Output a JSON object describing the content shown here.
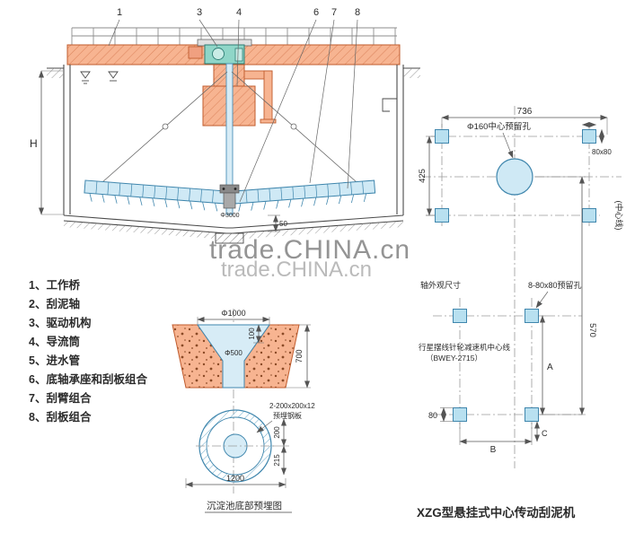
{
  "title": "XZG型悬挂式中心传动刮泥机",
  "watermark": {
    "text": "trade.CHINA.cn"
  },
  "main": {
    "callouts": [
      "1",
      "3",
      "4",
      "6",
      "7",
      "8"
    ],
    "dims": {
      "h": "H",
      "d50": "50",
      "phi3000": "Φ3000"
    }
  },
  "legend": {
    "items": [
      "1、工作桥",
      "2、刮泥轴",
      "3、驱动机构",
      "4、导流筒",
      "5、进水管",
      "6、底轴承座和刮板组合",
      "7、刮臂组合",
      "8、刮板组合"
    ]
  },
  "detail": {
    "phi1000": "Φ1000",
    "phi500": "Φ500",
    "d100": "100",
    "d700": "700",
    "plate_line1": "2-200x200x12",
    "plate_line2": "预埋钢板",
    "d200": "200",
    "d215": "215",
    "d1200": "1200",
    "caption": "沉淀池底部预埋图"
  },
  "plan": {
    "d736": "736",
    "hole_note": "Φ160中心预留孔",
    "d80x80": "80x80",
    "d425": "425",
    "centerline": "(中心线)",
    "shaft_note": "轴外观尺寸",
    "holes_note": "8-80x80预留孔",
    "d570": "570",
    "reducer_line1": "行星摆线针轮减速机中心线",
    "reducer_line2": "（BWEY-2715）",
    "dA": "A",
    "dB": "B",
    "dC": "C",
    "d80": "80"
  }
}
